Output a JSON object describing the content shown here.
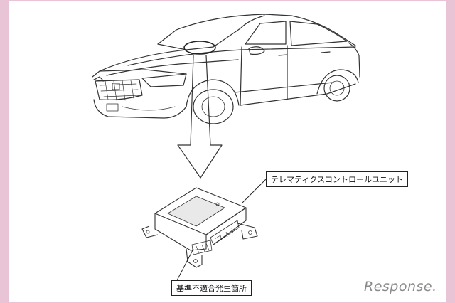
{
  "callouts": {
    "unit_label": "テレマティクスコントロールユニット",
    "defect_label": "基準不適合発生箇所"
  },
  "watermark": {
    "text": "Response."
  },
  "colors": {
    "background_border": "#e8c4d6",
    "paper": "#ffffff",
    "line": "#333333",
    "watermark": "#8a8a8a"
  }
}
